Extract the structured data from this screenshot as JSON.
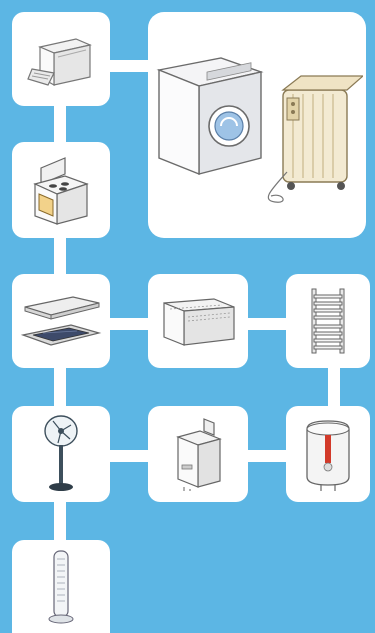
{
  "diagram": {
    "background_color": "#5cb6e4",
    "tile_color": "#ffffff",
    "connector_color": "#ffffff",
    "appliances": [
      {
        "id": "dishwasher",
        "icon": "dishwasher-icon"
      },
      {
        "id": "washing-machine-and-oil-heater",
        "icon": "washing-machine-and-oil-radiator-icon"
      },
      {
        "id": "electric-cooker",
        "icon": "cooker-oven-icon"
      },
      {
        "id": "cooker-hood",
        "icon": "extractor-hood-icon"
      },
      {
        "id": "wall-convector-heater",
        "icon": "convector-heater-icon"
      },
      {
        "id": "towel-radiator",
        "icon": "towel-radiator-icon"
      },
      {
        "id": "pedestal-fan",
        "icon": "pedestal-fan-icon"
      },
      {
        "id": "wall-boiler",
        "icon": "wall-boiler-icon"
      },
      {
        "id": "water-heater",
        "icon": "water-heater-cylinder-icon"
      },
      {
        "id": "tower-fan",
        "icon": "tower-fan-icon"
      }
    ]
  }
}
